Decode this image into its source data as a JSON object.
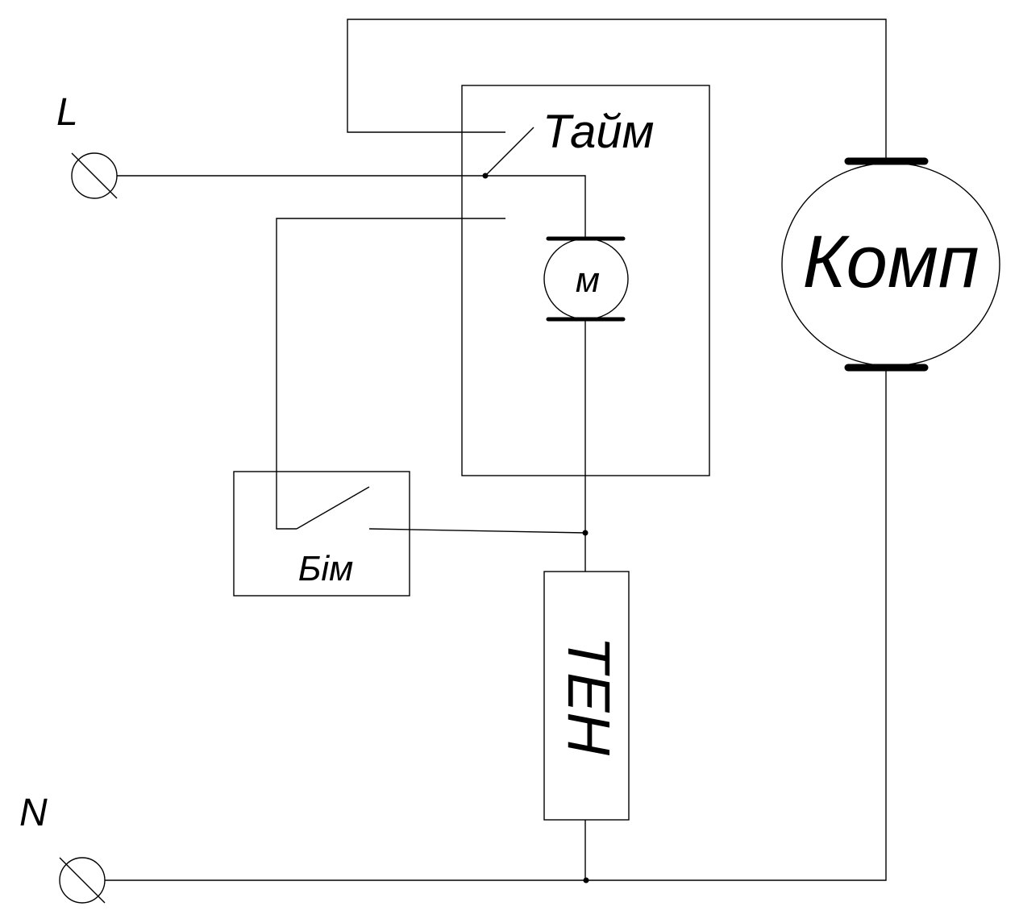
{
  "labels": {
    "line_terminal": "L",
    "neutral_terminal": "N",
    "timer": "Тайм",
    "motor": "м",
    "compressor": "Комп",
    "bimetal": "Бім",
    "heater": "ТЕН"
  },
  "colors": {
    "line": "#000000",
    "background": "#ffffff"
  }
}
